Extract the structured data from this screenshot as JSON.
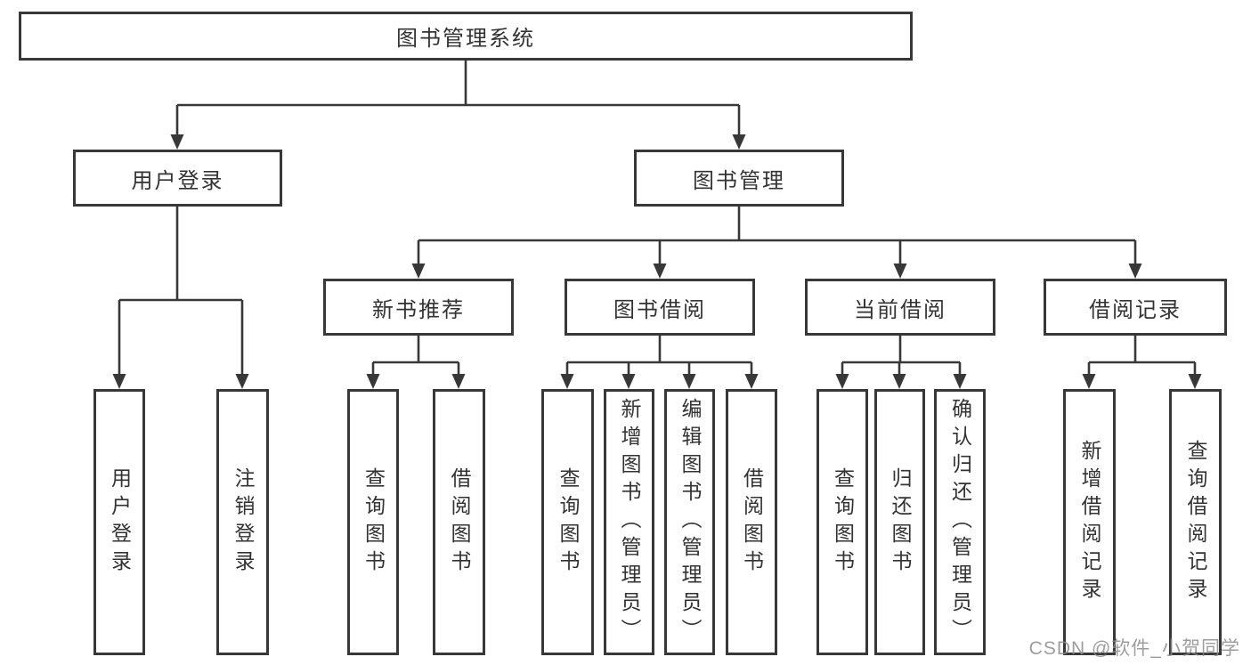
{
  "diagram": {
    "title": "图书管理系统",
    "level2": [
      {
        "label": "用户登录"
      },
      {
        "label": "图书管理"
      }
    ],
    "level3": [
      {
        "label": "新书推荐"
      },
      {
        "label": "图书借阅"
      },
      {
        "label": "当前借阅"
      },
      {
        "label": "借阅记录"
      }
    ],
    "leaves": [
      {
        "label": "用户登录"
      },
      {
        "label": "注销登录"
      },
      {
        "label": "查询图书"
      },
      {
        "label": "借阅图书"
      },
      {
        "label": "查询图书"
      },
      {
        "label": "新增图书（管理员）"
      },
      {
        "label": "编辑图书（管理员）"
      },
      {
        "label": "借阅图书"
      },
      {
        "label": "查询图书"
      },
      {
        "label": "归还图书"
      },
      {
        "label": "确认归还（管理员）"
      },
      {
        "label": "新增借阅记录"
      },
      {
        "label": "查询借阅记录"
      }
    ],
    "watermark": "CSDN @软件_小贺同学",
    "colors": {
      "line": "#383838",
      "text": "#333333",
      "background": "#ffffff",
      "watermark": "#8c8c8c"
    }
  }
}
